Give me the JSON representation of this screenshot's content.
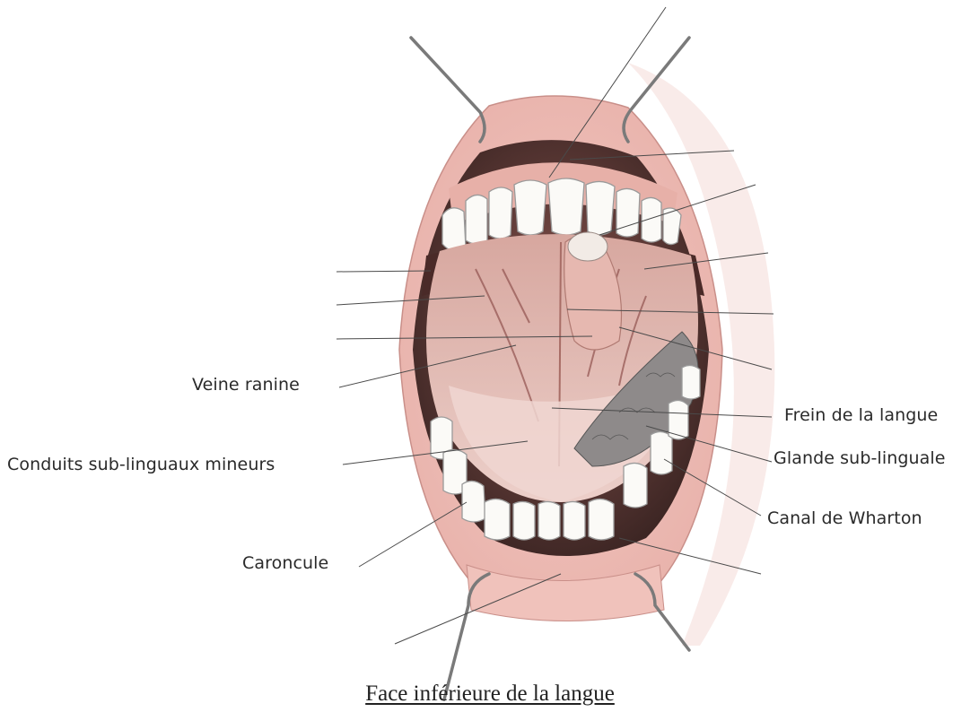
{
  "labels": {
    "veine_ranine": "Veine ranine",
    "conduits": "Conduits sub-linguaux mineurs",
    "caroncule": "Caroncule",
    "frein": "Frein de la langue",
    "glande": "Glande sub-linguale",
    "canal": "Canal de Wharton"
  },
  "caption": "Face inférieure de la langue"
}
